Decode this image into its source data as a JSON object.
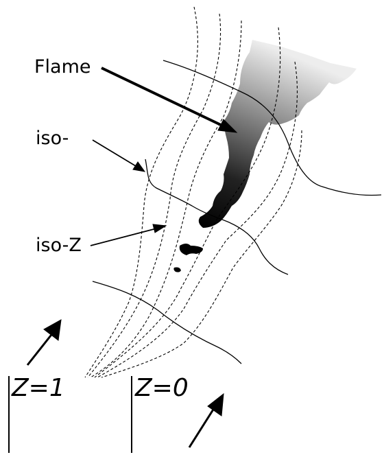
{
  "labels": {
    "flame": "Flame",
    "iso_c": "iso-",
    "iso_z": "iso-Z",
    "z_one": "Z=1",
    "z_zero": "Z=0"
  },
  "colors": {
    "ink": "#000000",
    "flame_tip": "#000000",
    "flame_base": "#e8e8e8",
    "background": "#ffffff"
  }
}
